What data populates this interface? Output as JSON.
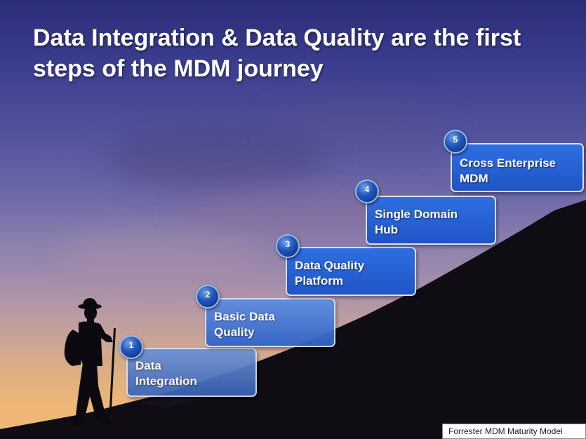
{
  "title": "Data Integration & Data Quality are the first steps of the MDM journey",
  "steps": [
    {
      "number": "1",
      "label": "Data Integration"
    },
    {
      "number": "2",
      "label": "Basic Data Quality"
    },
    {
      "number": "3",
      "label": "Data Quality Platform"
    },
    {
      "number": "4",
      "label": "Single Domain Hub"
    },
    {
      "number": "5",
      "label": "Cross Enterprise MDM"
    }
  ],
  "source": "Forrester MDM Maturity Model",
  "colors": {
    "step_fill": "#2460d2",
    "step_border": "#d8e2f0",
    "title_text": "#ffffff"
  }
}
